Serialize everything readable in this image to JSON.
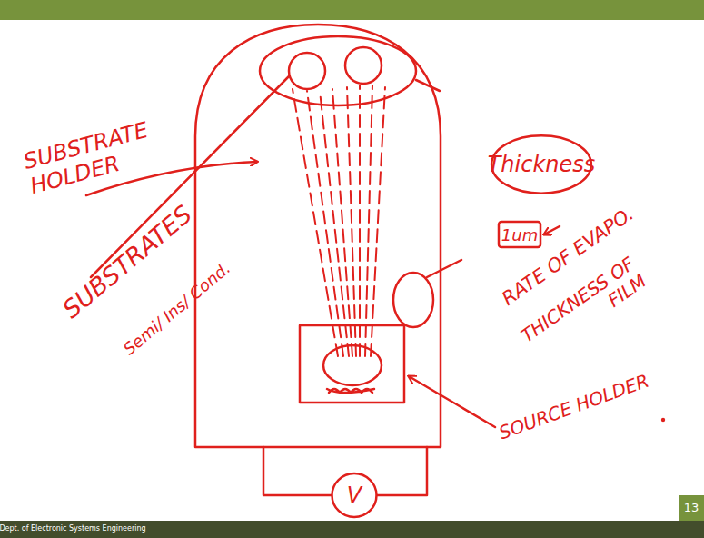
{
  "diagram": {
    "nodes": [
      {
        "text": [
          "Thickness"
        ]
      },
      {
        "text": [
          "1um"
        ]
      },
      {
        "text": [
          "V"
        ]
      }
    ],
    "labels": [
      "SUBSTRATE HOLDER",
      "SUBSTRATES",
      "Semi/ Ins/ Cond.",
      "RATE OF EVAPO.",
      "THICKNESS OF FILM",
      "SOURCE HOLDER",
      "13",
      "Dept. of Electronic Systems Engineering"
    ]
  }
}
